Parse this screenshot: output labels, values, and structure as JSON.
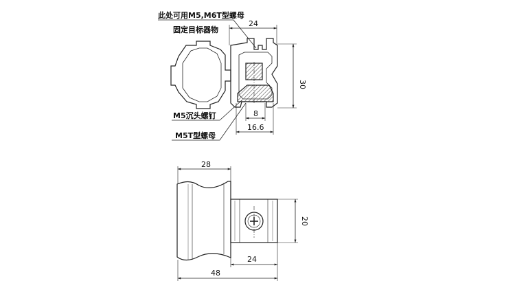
{
  "annotations": {
    "note_line1": "此处可用M5,M6T型螺母",
    "note_line2": "固定目标器物",
    "screw_label": "M5沉头螺钉",
    "nut_label": "M5T型螺母"
  },
  "dimensions": {
    "top_width": "24",
    "top_height": "30",
    "top_inner": "8",
    "top_bottom": "16.6",
    "front_width": "28",
    "front_height": "20",
    "front_side": "24",
    "front_total": "48"
  },
  "colors": {
    "line": "#222222",
    "hatch": "#555555",
    "background": "#ffffff"
  }
}
